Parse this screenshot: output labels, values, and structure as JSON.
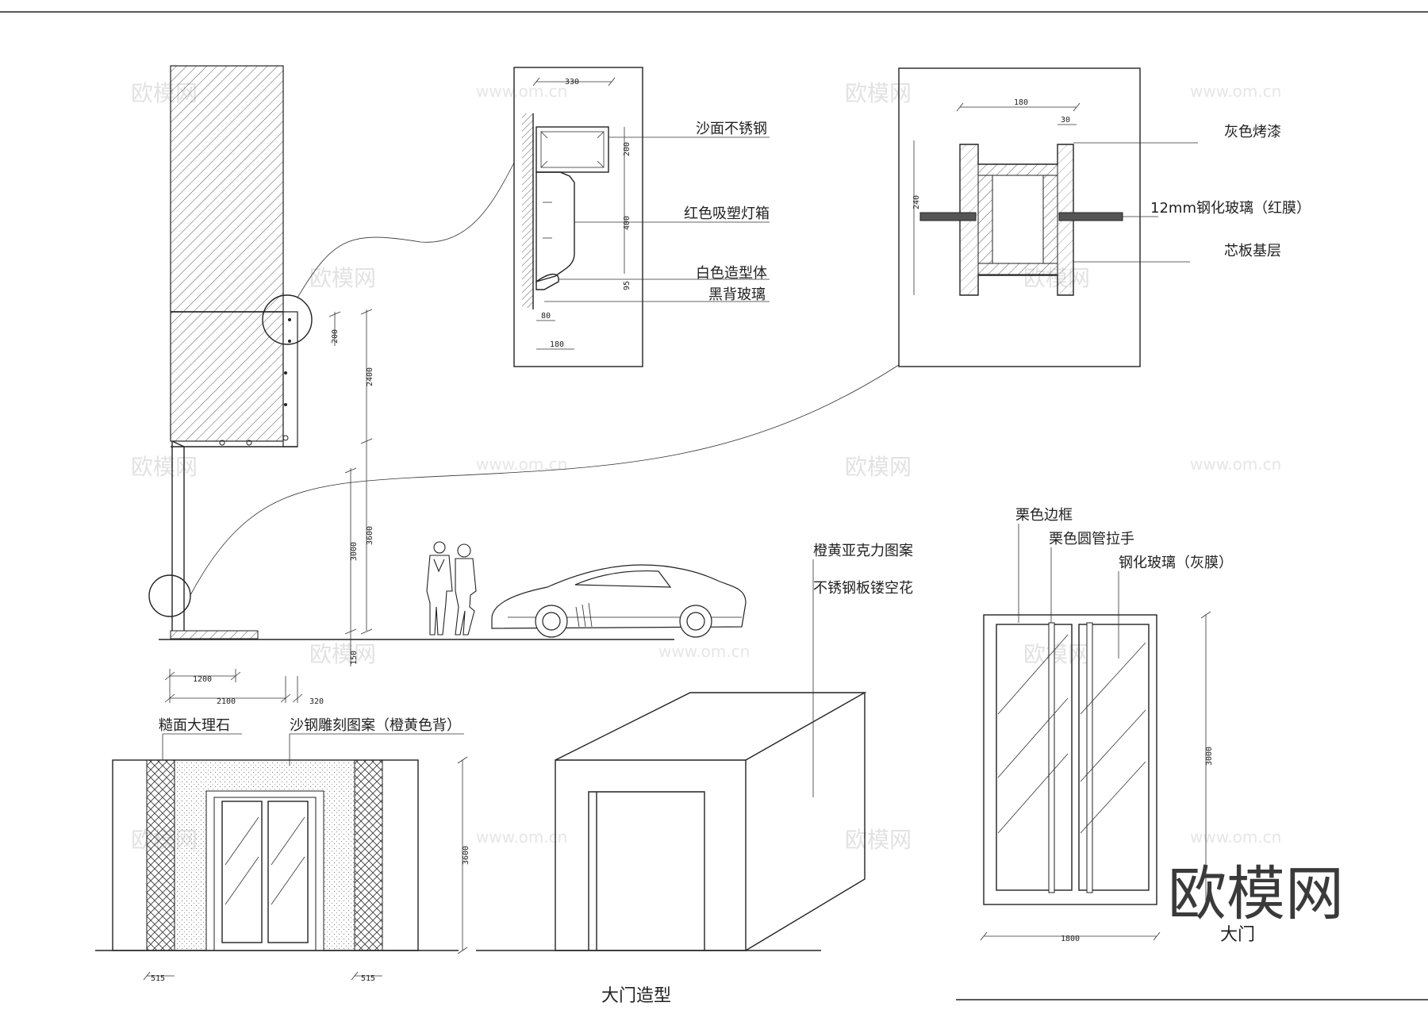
{
  "watermark": {
    "brand": "欧模网",
    "url": "www.om.cn"
  },
  "labels": {
    "stainless_sand": "沙面不锈钢",
    "red_lightbox": "红色吸塑灯箱",
    "white_shape": "白色造型体",
    "black_glass": "黑背玻璃",
    "grey_paint": "灰色烤漆",
    "tempered_glass_red": "12mm钢化玻璃（红膜）",
    "core_base": "芯板基层",
    "rough_marble": "糙面大理石",
    "steel_pattern": "沙钢雕刻图案（橙黄色背）",
    "acrylic_pattern": "橙黄亚克力图案",
    "stainless_hollow": "不锈钢板镂空花",
    "chestnut_frame": "栗色边框",
    "chestnut_handle": "栗色圆管拉手",
    "tempered_glass_grey": "钢化玻璃（灰膜）"
  },
  "dims": {
    "d330": "330",
    "d200a": "200",
    "d400": "400",
    "d80": "80",
    "d180a": "180",
    "d95": "95",
    "d180b": "180",
    "d30": "30",
    "d240": "240",
    "d200b": "200",
    "d2400": "2400",
    "d3600a": "3600",
    "d3000a": "3000",
    "d150": "150",
    "d1200": "1200",
    "d2100": "2100",
    "d320": "320",
    "d3600b": "3600",
    "d515a": "515",
    "d515b": "515",
    "d3000b": "3000",
    "d1800": "1800"
  },
  "titles": {
    "gate_shape": "大门造型",
    "gate": "大门"
  }
}
